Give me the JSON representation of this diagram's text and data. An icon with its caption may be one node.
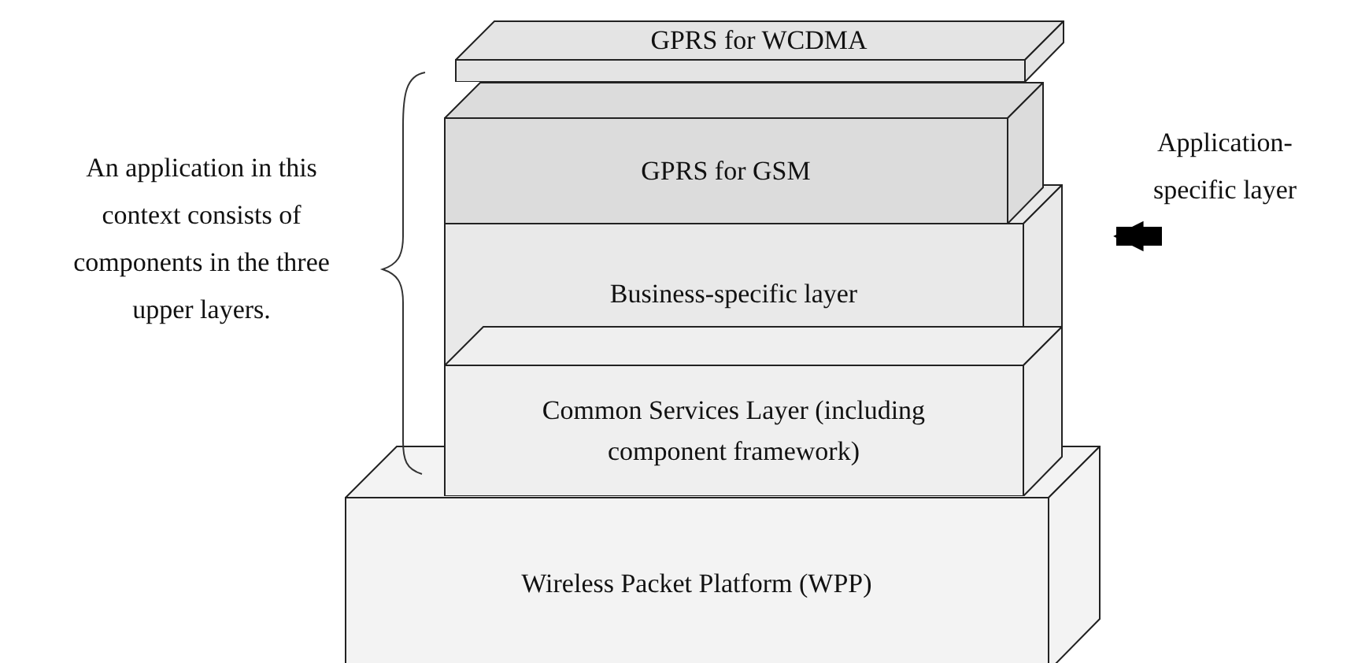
{
  "diagram": {
    "nodes": [
      {
        "text": [
          "GPRS for WCDMA"
        ]
      },
      {
        "text": [
          "GPRS for GSM"
        ]
      },
      {
        "text": [
          "Business-specific layer"
        ]
      },
      {
        "text": [
          "Common Services Layer (including component framework)"
        ]
      },
      {
        "text": [
          "Wireless Packet Platform (WPP)"
        ]
      },
      {
        "text": [
          "Application-specific layer"
        ]
      }
    ],
    "edges": [
      {
        "from": 5,
        "to": 1,
        "arrow": "to"
      }
    ],
    "labels": [
      "An application in this context consists of components in the three upper layers."
    ]
  }
}
